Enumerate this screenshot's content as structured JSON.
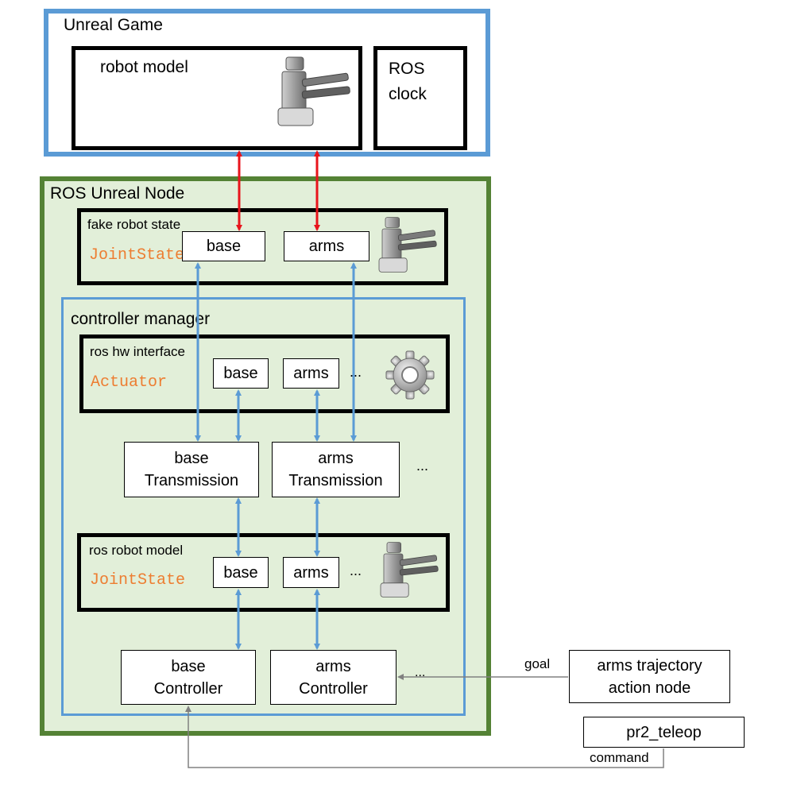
{
  "unreal_game": {
    "title": "Unreal Game",
    "robot_model": "robot model",
    "ros_clock_line1": "ROS",
    "ros_clock_line2": "clock"
  },
  "ros_unreal_node": {
    "title": "ROS Unreal Node",
    "fake_robot_state": {
      "label": "fake robot state",
      "type": "JointState",
      "base": "base",
      "arms": "arms"
    },
    "controller_manager": {
      "title": "controller manager",
      "hw_interface": {
        "label": "ros hw interface",
        "type": "Actuator",
        "base": "base",
        "arms": "arms",
        "ellipsis": "..."
      },
      "transmissions": {
        "base_line1": "base",
        "base_line2": "Transmission",
        "arms_line1": "arms",
        "arms_line2": "Transmission",
        "ellipsis": "..."
      },
      "robot_model": {
        "label": "ros robot model",
        "type": "JointState",
        "base": "base",
        "arms": "arms",
        "ellipsis": "..."
      },
      "controllers": {
        "base_line1": "base",
        "base_line2": "Controller",
        "arms_line1": "arms",
        "arms_line2": "Controller",
        "ellipsis": "..."
      }
    }
  },
  "external": {
    "trajectory_line1": "arms trajectory",
    "trajectory_line2": "action node",
    "goal_label": "goal",
    "teleop": "pr2_teleop",
    "command_label": "command"
  },
  "colors": {
    "unreal_border": "#5b9bd5",
    "node_border": "#548235",
    "node_fill": "#e2efd9",
    "type_text": "#ed7d31",
    "link_red": "#e8141c",
    "link_blue": "#5b9bd5",
    "link_gray": "#808080"
  },
  "icons": [
    "robot-icon",
    "gear-icon"
  ]
}
